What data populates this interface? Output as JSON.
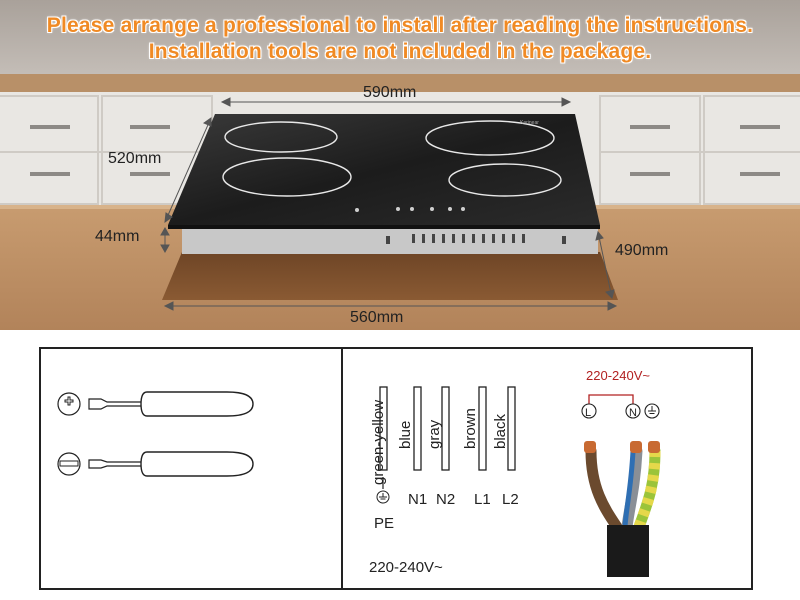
{
  "banner": {
    "line1": "Please arrange a professional to install after reading the instructions.",
    "line2": "Installation tools are not included in the package."
  },
  "dimensions": {
    "width_top": "590mm",
    "depth_left": "520mm",
    "height": "44mm",
    "depth_right": "490mm",
    "cutout_width": "560mm"
  },
  "brand_mark": "Karinear",
  "tools": [
    {
      "name": "phillips-screwdriver",
      "icon": "cross-head-icon"
    },
    {
      "name": "flathead-screwdriver",
      "icon": "slot-head-icon"
    }
  ],
  "wiring": {
    "wires": [
      {
        "label": "green-yellow",
        "terminal": "PE"
      },
      {
        "label": "blue",
        "terminal": "N1"
      },
      {
        "label": "gray",
        "terminal": "N2"
      },
      {
        "label": "brown",
        "terminal": "L1"
      },
      {
        "label": "black",
        "terminal": "L2"
      }
    ],
    "voltage": "220-240V~"
  },
  "supply": {
    "voltage": "220-240V~",
    "live": "L",
    "neutral": "N",
    "colors": {
      "brown": "#6b4a2e",
      "gray": "#8a8f96",
      "blue": "#2f6fb3",
      "green": "#9bc43a",
      "yellow": "#e5d84a",
      "copper": "#c86a32",
      "voltage_text": "#b22222"
    }
  }
}
